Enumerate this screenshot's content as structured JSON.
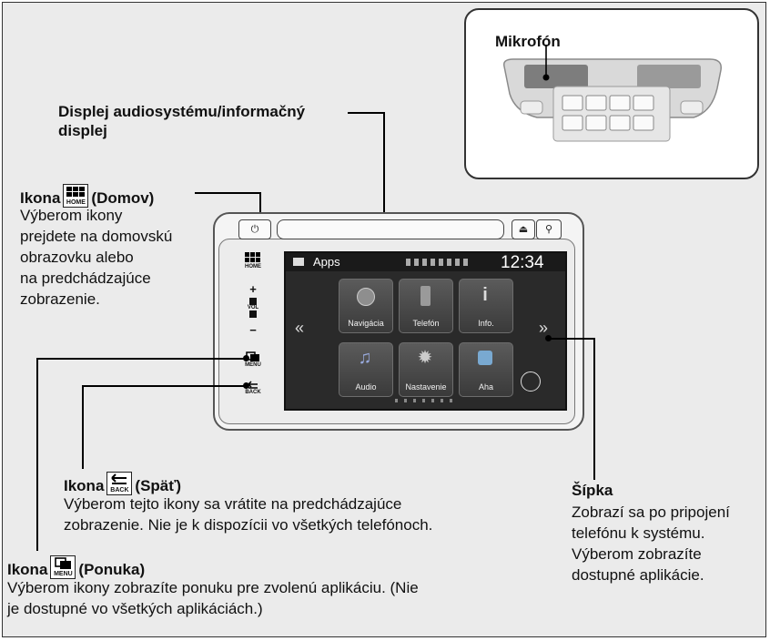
{
  "microphone": {
    "label": "Mikrofón"
  },
  "display": {
    "label_line1": "Displej audiosystému/informačný",
    "label_line2": "displej"
  },
  "home": {
    "title_prefix": "Ikona",
    "title_suffix": "(Domov)",
    "icon_caption": "HOME",
    "desc": [
      "Výberom ikony",
      "prejdete na domovskú",
      "obrazovku alebo",
      "na predchádzajúce",
      "zobrazenie."
    ]
  },
  "back": {
    "title_prefix": "Ikona",
    "title_suffix": "(Späť)",
    "icon_caption": "BACK",
    "desc": [
      "Výberom tejto ikony sa vrátite na predchádzajúce",
      "zobrazenie. Nie je k dispozícii vo všetkých telefónoch."
    ]
  },
  "menu": {
    "title_prefix": "Ikona",
    "title_suffix": "(Ponuka)",
    "icon_caption": "MENU",
    "desc": [
      "Výberom ikony zobrazíte ponuku pre zvolenú aplikáciu. (Nie",
      "je dostupné vo všetkých aplikáciách.)"
    ]
  },
  "arrow": {
    "title": "Šípka",
    "desc": [
      "Zobrazí sa po pripojení",
      "telefónu k systému.",
      "Výberom zobrazíte",
      "dostupné aplikácie."
    ]
  },
  "unit": {
    "side_buttons": {
      "home": "HOME",
      "vol": "VOL",
      "plus": "+",
      "minus": "−",
      "menu": "MENU",
      "back": "BACK"
    },
    "screen": {
      "header_title": "Apps",
      "clock": "12:34",
      "left_chevron": "«",
      "right_chevron": "»",
      "apps": [
        "Navigácia",
        "Telefón",
        "Info.",
        "Audio",
        "Nastavenie",
        "Aha"
      ]
    }
  },
  "colors": {
    "background": "#ebebeb",
    "screen": "#2a2a2a",
    "ink": "#000000"
  }
}
